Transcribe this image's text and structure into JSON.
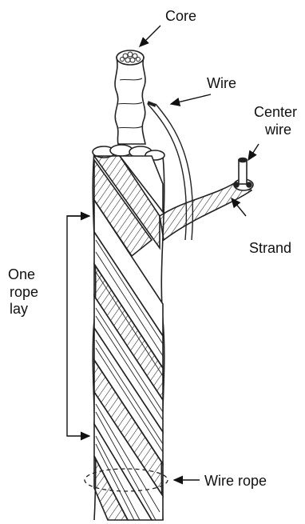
{
  "diagram": {
    "labels": {
      "core": "Core",
      "wire": "Wire",
      "center_wire": [
        "Center",
        "wire"
      ],
      "strand": "Strand",
      "one_rope_lay": [
        "One",
        "rope",
        "lay"
      ],
      "wire_rope": "Wire rope"
    }
  }
}
